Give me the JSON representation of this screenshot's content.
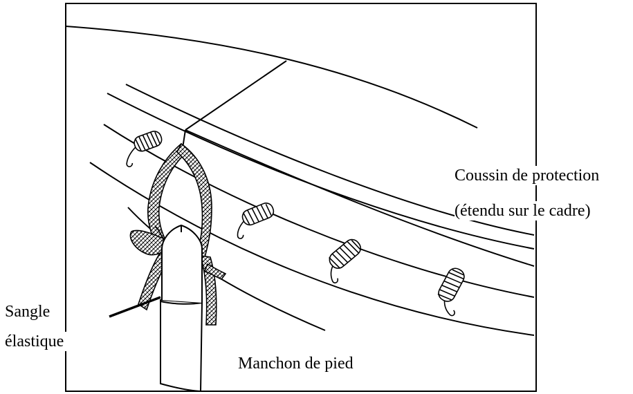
{
  "labels": {
    "cushion_line1": "Coussin de protection",
    "cushion_line2": "(étendu sur le cadre)",
    "strap_line1": "Sangle",
    "strap_line2": "élastique",
    "sleeve": "Manchon de pied"
  },
  "icons": [
    "spring-icon",
    "pole-icon",
    "strap-icon"
  ],
  "colors": {
    "stroke": "#000000",
    "background": "#ffffff"
  }
}
